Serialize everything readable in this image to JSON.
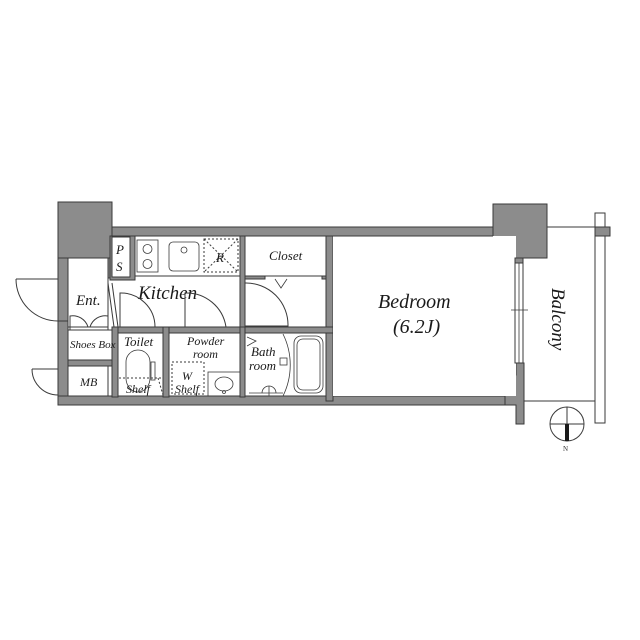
{
  "floor_plan": {
    "rooms": {
      "ps_top": "P",
      "ps_bottom": "S",
      "kitchen": "Kitchen",
      "fridge": "R",
      "closet": "Closet",
      "bedroom": "Bedroom",
      "bedroom_size": "(6.2J)",
      "balcony": "Balcony",
      "entrance": "Ent.",
      "shoes_box": "Shoes Box",
      "meter_box": "MB",
      "toilet": "Toilet",
      "toilet_shelf": "Shelf",
      "powder_line1": "Powder",
      "powder_line2": "room",
      "wshelf_line1": "W",
      "wshelf_line2": "Shelf",
      "bath_line1": "Bath",
      "bath_line2": "room"
    },
    "compass": {
      "north_label": "N"
    },
    "colors": {
      "wall": "#8c8c8c",
      "line": "#3a3a3a",
      "background": "#ffffff"
    }
  }
}
